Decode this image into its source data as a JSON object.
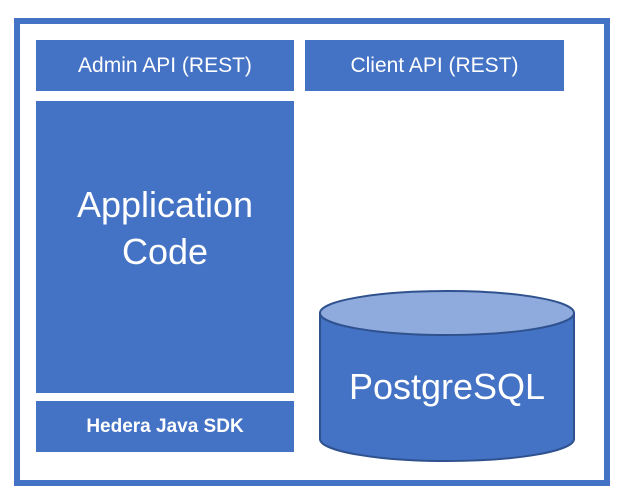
{
  "diagram": {
    "admin_api": "Admin API (REST)",
    "client_api": "Client API (REST)",
    "app_code_line1": "Application",
    "app_code_line2": "Code",
    "sdk": "Hedera Java SDK",
    "database": "PostgreSQL"
  },
  "colors": {
    "block_fill": "#4472c4",
    "cylinder_top": "#8faadc",
    "outline": "#2f528f",
    "text": "#ffffff"
  }
}
